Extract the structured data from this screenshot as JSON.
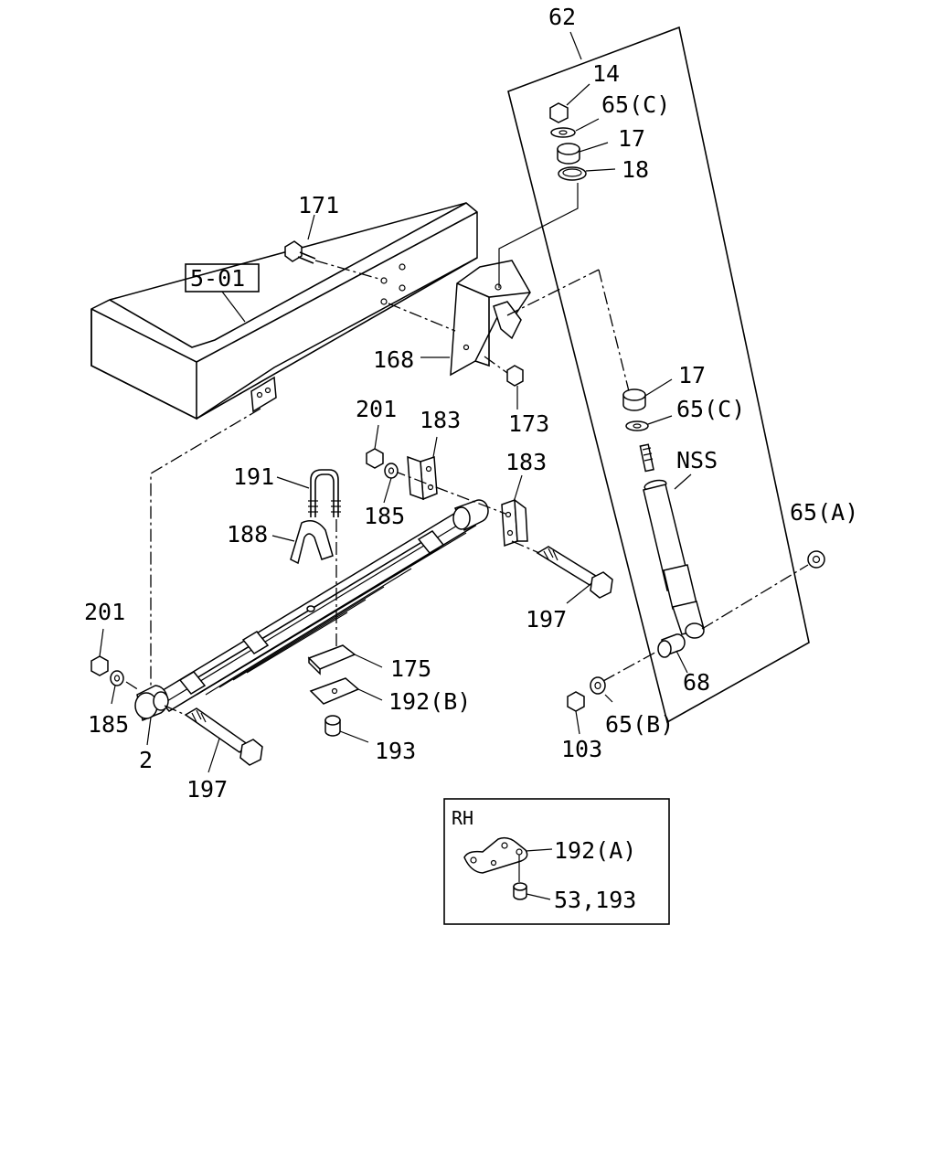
{
  "labels": {
    "l62": "62",
    "l14": "14",
    "l65c_top": "65(C)",
    "l17_top": "17",
    "l18": "18",
    "l171": "171",
    "l501": "5-01",
    "l168": "168",
    "l173": "173",
    "l17_mid": "17",
    "l65c_mid": "65(C)",
    "lnss": "NSS",
    "l201_top": "201",
    "l183_a": "183",
    "l183_b": "183",
    "l185_top": "185",
    "l191": "191",
    "l188": "188",
    "l197_right": "197",
    "l65a": "65(A)",
    "l201_left": "201",
    "l185_left": "185",
    "l2": "2",
    "l197_left": "197",
    "l175": "175",
    "l192b": "192(B)",
    "l193": "193",
    "l68": "68",
    "l65b": "65(B)",
    "l103": "103"
  },
  "inset": {
    "title": "RH",
    "l192a": "192(A)",
    "l53_193": "53,193"
  }
}
